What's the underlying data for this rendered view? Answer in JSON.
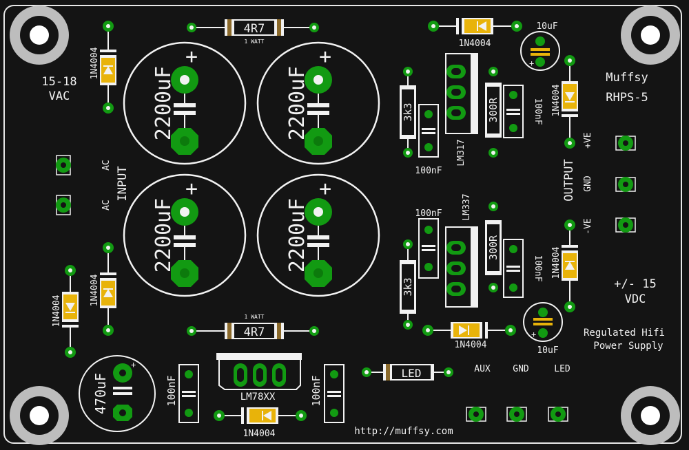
{
  "board": {
    "title_line1": "Muffsy",
    "title_line2": "RHPS-5",
    "input_voltage_line1": "15-18",
    "input_voltage_line2": "VAC",
    "input_label": "INPUT",
    "ac_label_top": "AC",
    "ac_label_bottom": "AC",
    "output_label": "OUTPUT",
    "out_pos_label": "+VE",
    "out_gnd_label": "GND",
    "out_neg_label": "-VE",
    "output_voltage_line1": "+/- 15",
    "output_voltage_line2": "VDC",
    "desc_line1": "Regulated Hifi",
    "desc_line2": "Power Supply",
    "url": "http://muffsy.com",
    "aux_label": "AUX",
    "gnd_label": "GND",
    "led_label": "LED"
  },
  "components": {
    "big_cap_value": "2200uF",
    "big_cap_plus": "+",
    "resistor_power_value": "4R7",
    "resistor_power_rating": "1 WATT",
    "diode": "1N4004",
    "small_elco": "10uF",
    "input_cap": "470uF",
    "film_cap": "100nF",
    "res_3k3": "3k3",
    "res_300r": "300R",
    "reg_pos": "LM317",
    "reg_neg": "LM337",
    "reg_78": "LM78XX",
    "led_ref": "LED"
  },
  "colors": {
    "board": "#141414",
    "silkscreen": "#f2f2f2",
    "pad_green": "#129a12",
    "pad_dark_green": "#0c7a0c",
    "mounting_hole_ring": "#bdbdbd",
    "diode_body": "#e8b30a",
    "resistor_band": "#8b6a2b"
  }
}
